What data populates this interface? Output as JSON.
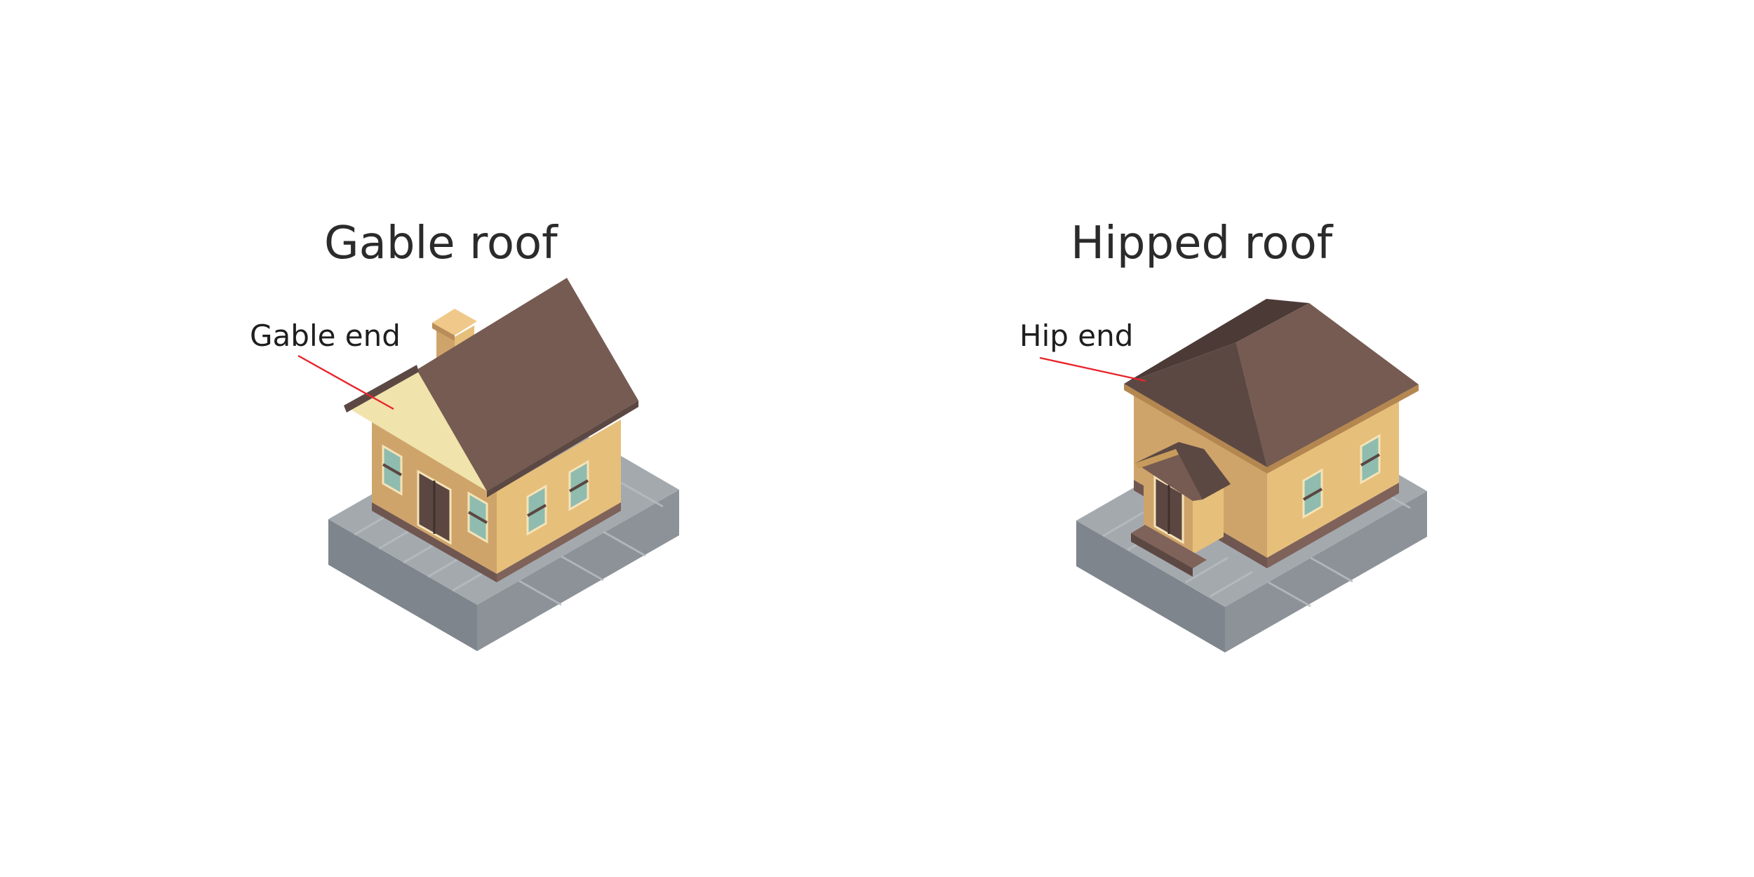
{
  "diagrams": [
    {
      "title": "Gable roof",
      "label": "Gable end"
    },
    {
      "title": "Hipped roof",
      "label": "Hip end"
    }
  ],
  "colors": {
    "leader_line": "#e8252b",
    "roof": "#765b52",
    "roof_dark": "#5c4843",
    "gable_end": "#f0e3ac",
    "wall_light": "#e6bf7b",
    "wall_dark": "#cfa46a",
    "window": "#8fbcae",
    "door": "#5b4641",
    "base_top": "#a4a9ae",
    "base_left": "#7f858c",
    "base_right": "#8c9298"
  },
  "icons": [
    "house-gable-roof",
    "house-hipped-roof"
  ]
}
